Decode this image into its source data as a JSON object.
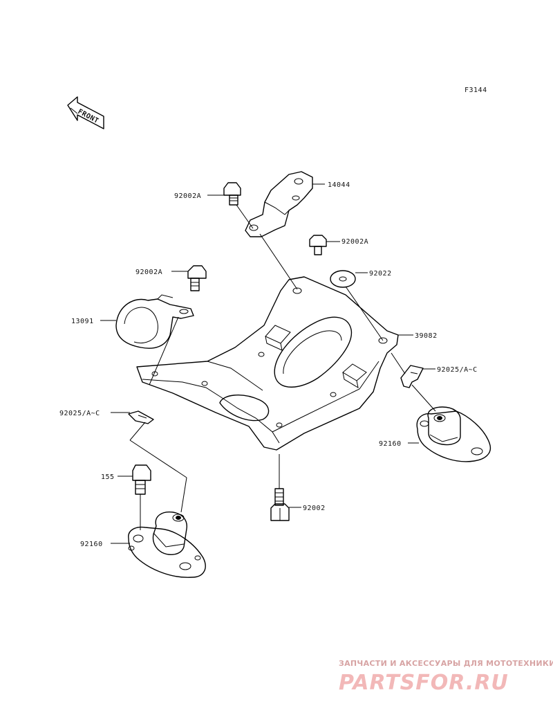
{
  "figure_id": "F3144",
  "front_label": "FRONT",
  "parts": {
    "p14044": "14044",
    "p92002A_top": "92002A",
    "p92002A_mid": "92002A",
    "p92002A_left": "92002A",
    "p92022": "92022",
    "p39082": "39082",
    "p13091": "13091",
    "p92025_right": "92025/A~C",
    "p92025_left": "92025/A~C",
    "p92160_right": "92160",
    "p155": "155",
    "p92002": "92002",
    "p92160_left": "92160"
  },
  "watermark": {
    "tagline": "ЗАПЧАСТИ И АКСЕССУАРЫ ДЛЯ МОТОТЕХНИКИ",
    "brand": "PARTSFOR.RU"
  }
}
